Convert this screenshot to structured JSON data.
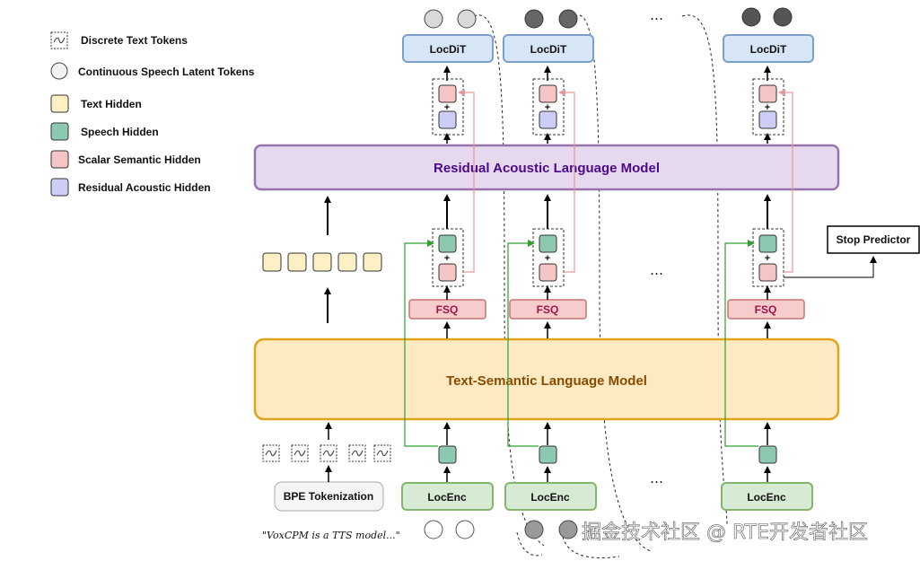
{
  "legend": {
    "items": [
      {
        "label": "Discrete Text Tokens",
        "icon": "text-token-icon"
      },
      {
        "label": "Continuous Speech Latent Tokens",
        "icon": "speech-latent-circle-icon"
      },
      {
        "label": "Text Hidden",
        "color": "#fdf0c4"
      },
      {
        "label": "Speech Hidden",
        "color": "#8fc8b0"
      },
      {
        "label": "Scalar Semantic Hidden",
        "color": "#f5c4c4"
      },
      {
        "label": "Residual Acoustic Hidden",
        "color": "#cdcdf7"
      }
    ]
  },
  "models": {
    "ralm": "Residual Acoustic Language Model",
    "tslm": "Text-Semantic Language Model"
  },
  "modules": {
    "locdit": "LocDiT",
    "fsq": "FSQ",
    "locenc": "LocEnc",
    "stop": "Stop Predictor",
    "bpe": "BPE Tokenization"
  },
  "input_text": "\"VoxCPM is a TTS model...\"",
  "ellipsis": "…",
  "plus": "+",
  "watermark": "掘金技术社区 @ RTE开发者社区",
  "colors": {
    "ralm_fill": "#e6d9ee",
    "ralm_stroke": "#9773ad",
    "ralm_text": "#4b0a8c",
    "tslm_fill": "#fde9c2",
    "tslm_stroke": "#e0a31b",
    "tslm_text": "#8a4b00",
    "fsq_fill": "#f7cccc",
    "fsq_stroke": "#c97373",
    "fsq_text": "#a0124a",
    "locdit_fill": "#d7e6f7",
    "locdit_stroke": "#7b9fc9",
    "locenc_fill": "#d7ead3",
    "locenc_stroke": "#83b56e",
    "green_arrow": "#2ca02c",
    "pink_arrow": "#e59a9a"
  }
}
